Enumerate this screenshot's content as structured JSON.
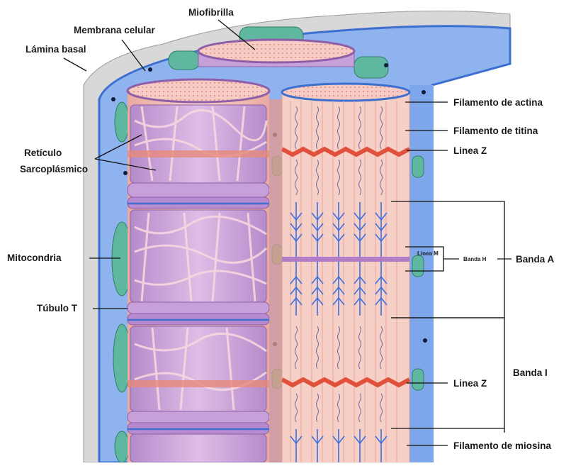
{
  "labels": {
    "miofibrilla": "Miofibrilla",
    "membrana_celular": "Membrana celular",
    "lamina_basal": "Lámina basal",
    "filamento_actina": "Filamento de actina",
    "filamento_titina": "Filamento de titina",
    "reticulo_line1": "Retículo",
    "reticulo_line2": "Sarcoplásmico",
    "linea_z_top": "Linea Z",
    "mitocondria": "Mitocondria",
    "linea_m": "Linea M",
    "banda_h": "Banda H",
    "banda_a": "Banda A",
    "tubulo_t": "Túbulo T",
    "banda_i": "Banda I",
    "linea_z_bottom": "Linea Z",
    "filamento_miosina": "Filamento de miosina"
  },
  "colors": {
    "membrane_blue": "#3d6fd0",
    "cytoplasm_blue": "#8fb3ee",
    "basal_lamina_gray": "#d6d6d6",
    "sr_purple": "#c9a3d6",
    "fibril_pink": "#f3c4bb",
    "actin_red": "#e0503a",
    "myosin_blue": "#3a6fe0",
    "mitochondria_green": "#5fb7a0"
  }
}
